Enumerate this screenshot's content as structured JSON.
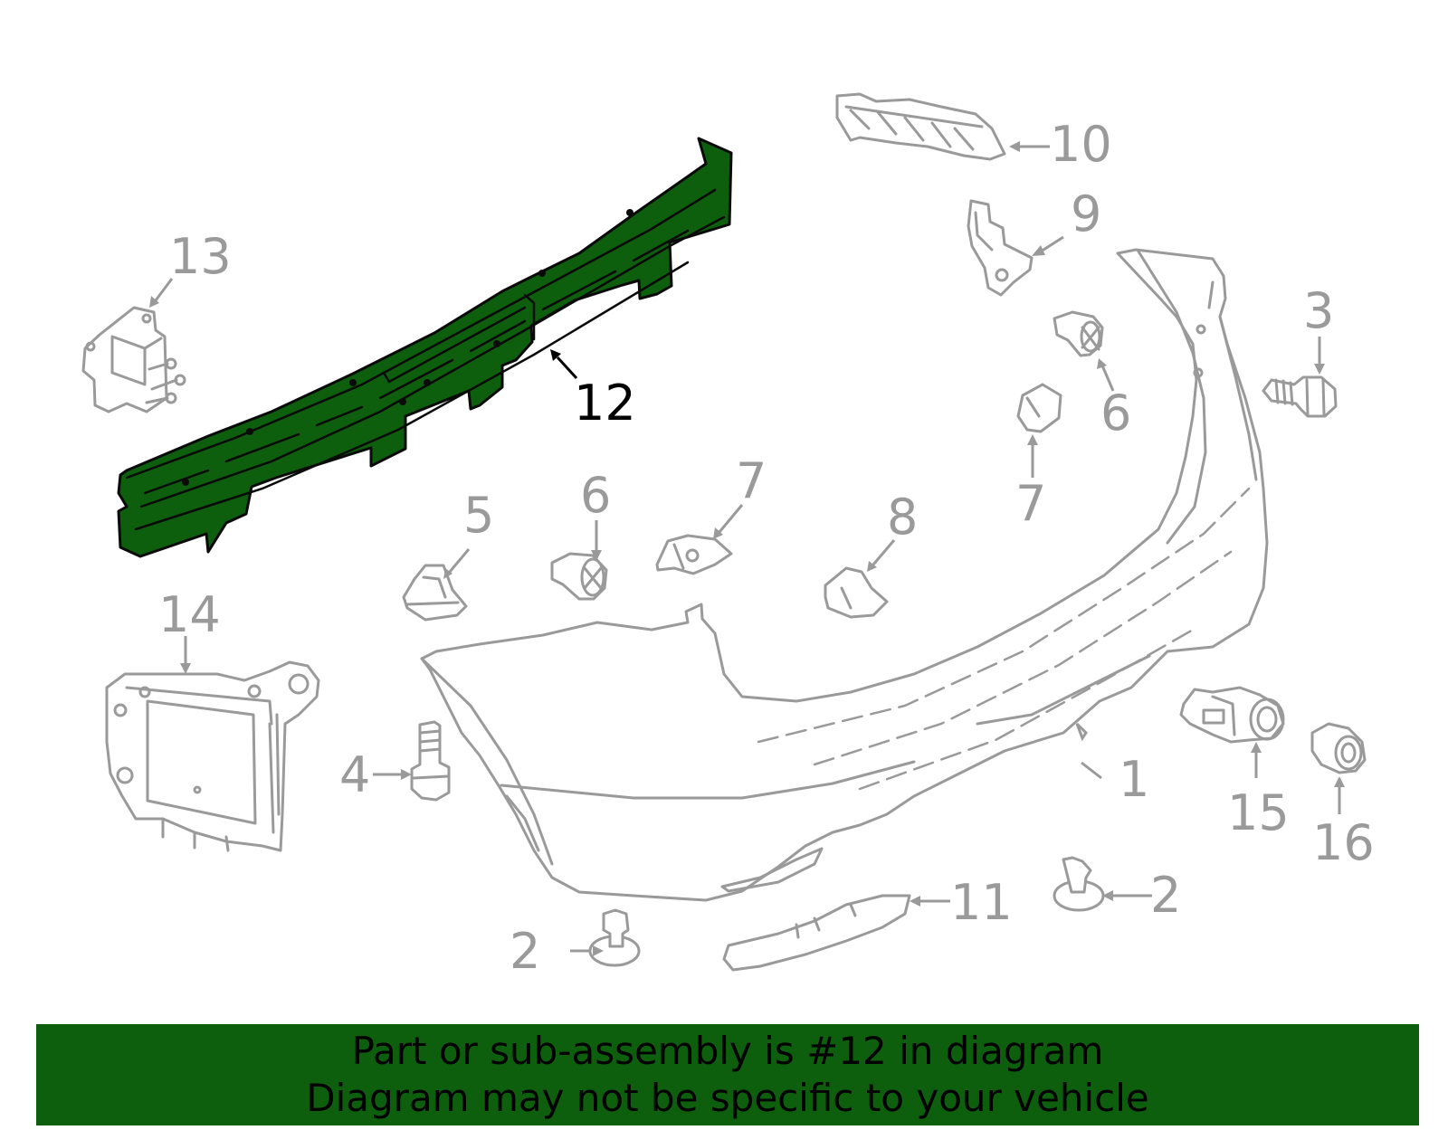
{
  "diagram": {
    "highlight_color": "#0d5e0d",
    "part_color": "#9a9a9a",
    "callouts": [
      {
        "id": "c1",
        "label": "1"
      },
      {
        "id": "c2a",
        "label": "2"
      },
      {
        "id": "c2b",
        "label": "2"
      },
      {
        "id": "c3",
        "label": "3"
      },
      {
        "id": "c4",
        "label": "4"
      },
      {
        "id": "c5",
        "label": "5"
      },
      {
        "id": "c6a",
        "label": "6"
      },
      {
        "id": "c6b",
        "label": "6"
      },
      {
        "id": "c7a",
        "label": "7"
      },
      {
        "id": "c7b",
        "label": "7"
      },
      {
        "id": "c8",
        "label": "8"
      },
      {
        "id": "c9",
        "label": "9"
      },
      {
        "id": "c10",
        "label": "10"
      },
      {
        "id": "c11",
        "label": "11"
      },
      {
        "id": "c12",
        "label": "12"
      },
      {
        "id": "c13",
        "label": "13"
      },
      {
        "id": "c14",
        "label": "14"
      },
      {
        "id": "c15",
        "label": "15"
      },
      {
        "id": "c16",
        "label": "16"
      }
    ]
  },
  "footer": {
    "line1": "Part or sub-assembly is #12 in diagram",
    "line2": "Diagram may not be specific to your vehicle",
    "background": "#0d5e0d"
  }
}
